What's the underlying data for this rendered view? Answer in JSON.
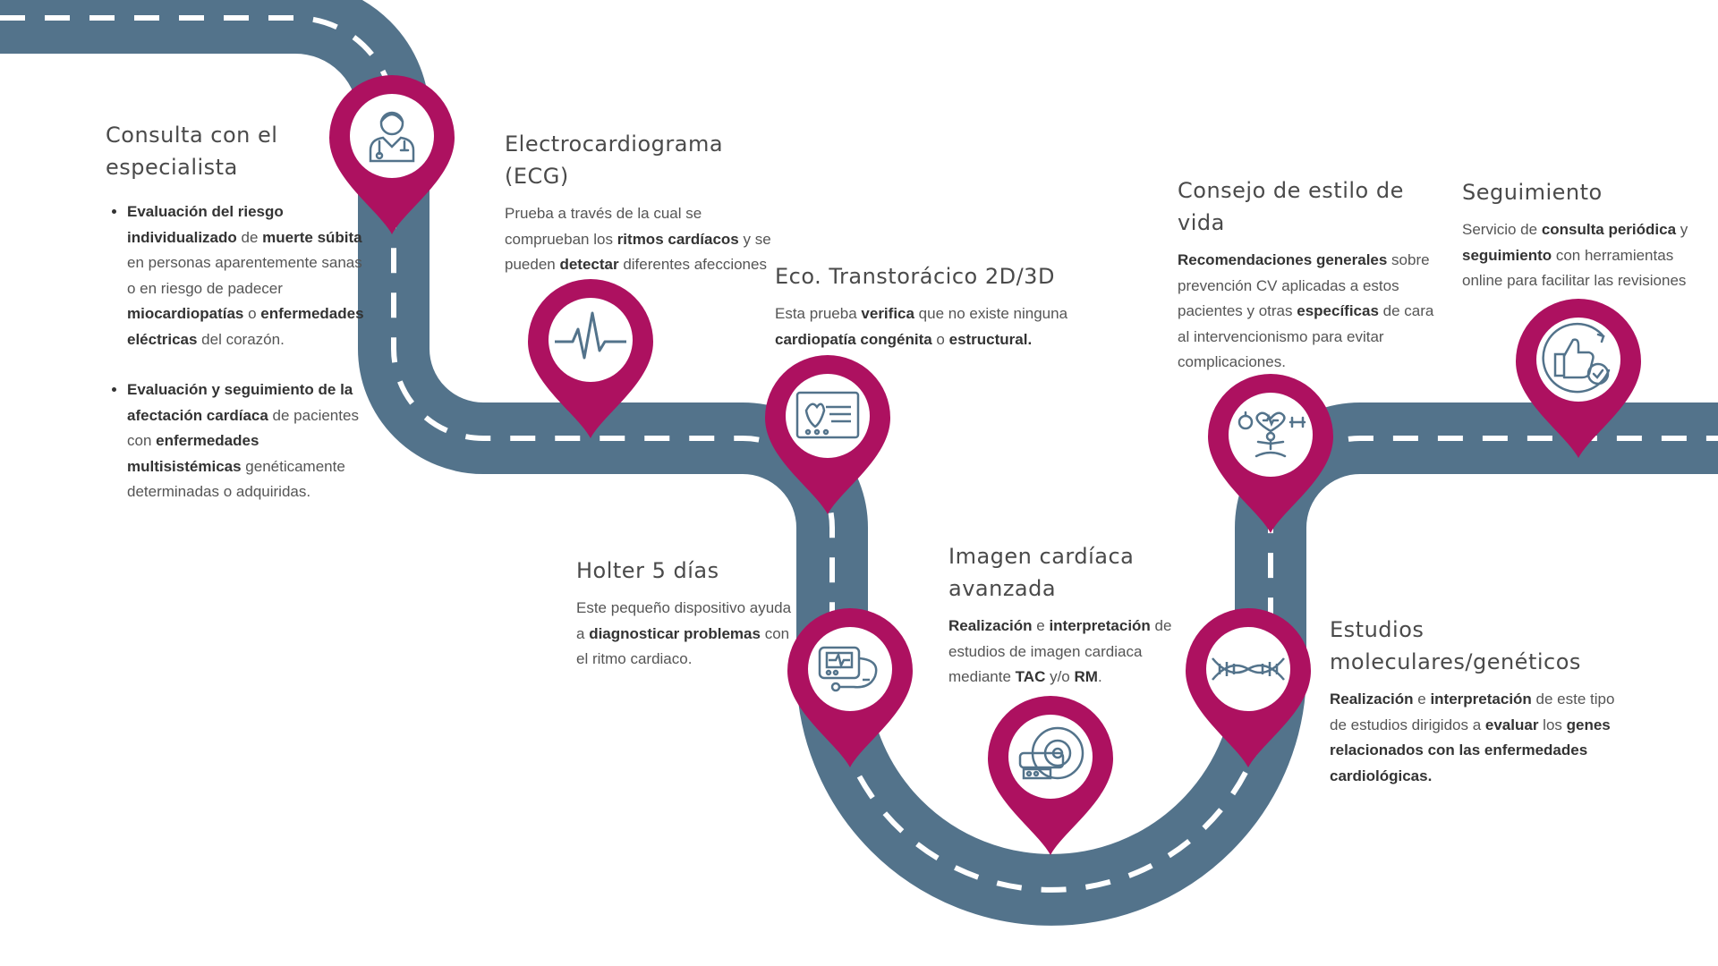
{
  "colors": {
    "road": "#53738b",
    "pin": "#ad1160",
    "stripe": "#ffffff"
  },
  "steps": [
    {
      "title": "Consulta con el especialista",
      "icon": "doctor-icon",
      "bullets": [
        [
          {
            "t": "Evaluación del riesgo individualizado",
            "b": true
          },
          {
            "t": " de "
          },
          {
            "t": "muerte súbita",
            "b": true
          },
          {
            "t": " en personas aparentemente sanas o en riesgo de padecer "
          },
          {
            "t": "miocardiopatías",
            "b": true
          },
          {
            "t": " o "
          },
          {
            "t": "enfermedades eléctricas",
            "b": true
          },
          {
            "t": " del corazón."
          }
        ],
        [
          {
            "t": "Evaluación y seguimiento de la afectación cardíaca",
            "b": true
          },
          {
            "t": " de pacientes con "
          },
          {
            "t": "enfermedades multisistémicas",
            "b": true
          },
          {
            "t": " genéticamente determinadas o adquiridas."
          }
        ]
      ]
    },
    {
      "title": "Electrocardiograma (ECG)",
      "icon": "ecg-icon",
      "desc": [
        {
          "t": "Prueba a través de la cual se comprueban los "
        },
        {
          "t": "ritmos cardíacos",
          "b": true
        },
        {
          "t": " y se pueden "
        },
        {
          "t": "detectar",
          "b": true
        },
        {
          "t": " diferentes afecciones"
        }
      ]
    },
    {
      "title": "Eco. Transtorácico 2D/3D",
      "icon": "echo-monitor-icon",
      "desc": [
        {
          "t": "Esta prueba "
        },
        {
          "t": "verifica",
          "b": true
        },
        {
          "t": " que no existe ninguna "
        },
        {
          "t": "cardiopatía congénita",
          "b": true
        },
        {
          "t": " o "
        },
        {
          "t": "estructural.",
          "b": true
        }
      ]
    },
    {
      "title": "Holter 5 días",
      "icon": "holter-icon",
      "desc": [
        {
          "t": "Este pequeño dispositivo ayuda a "
        },
        {
          "t": "diagnosticar problemas",
          "b": true
        },
        {
          "t": " con el ritmo cardiaco."
        }
      ]
    },
    {
      "title": "Imagen cardíaca avanzada",
      "icon": "mri-scanner-icon",
      "desc": [
        {
          "t": "Realización",
          "b": true
        },
        {
          "t": " e "
        },
        {
          "t": "interpretación",
          "b": true
        },
        {
          "t": " de estudios de imagen cardiaca mediante "
        },
        {
          "t": "TAC",
          "b": true
        },
        {
          "t": " y/o "
        },
        {
          "t": "RM",
          "b": true
        },
        {
          "t": "."
        }
      ]
    },
    {
      "title": "Consejo de estilo de vida",
      "icon": "lifestyle-icon",
      "desc": [
        {
          "t": "Recomendaciones generales",
          "b": true
        },
        {
          "t": " sobre prevención CV aplicadas a estos pacientes y otras "
        },
        {
          "t": "específicas",
          "b": true
        },
        {
          "t": " de cara al intervencionismo para evitar complicaciones."
        }
      ]
    },
    {
      "title": "Estudios moleculares/genéticos",
      "icon": "dna-icon",
      "desc": [
        {
          "t": "Realización",
          "b": true
        },
        {
          "t": " e "
        },
        {
          "t": "interpretación",
          "b": true
        },
        {
          "t": " de este tipo de estudios dirigidos a "
        },
        {
          "t": "evaluar",
          "b": true
        },
        {
          "t": " los "
        },
        {
          "t": "genes relacionados con las enfermedades cardiológicas.",
          "b": true
        }
      ]
    },
    {
      "title": "Seguimiento",
      "icon": "thumbs-up-icon",
      "desc": [
        {
          "t": "Servicio de "
        },
        {
          "t": "consulta periódica",
          "b": true
        },
        {
          "t": " y "
        },
        {
          "t": "seguimiento",
          "b": true
        },
        {
          "t": " con herramientas online para facilitar las revisiones"
        }
      ]
    }
  ]
}
